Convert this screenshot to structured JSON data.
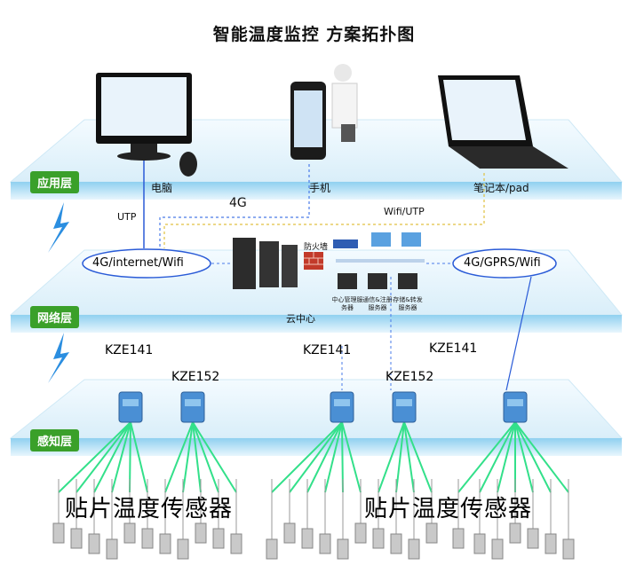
{
  "title": "智能温度监控 方案拓扑图",
  "layers": {
    "application": "应用层",
    "network": "网络层",
    "sensing": "感知层"
  },
  "devices": {
    "pc": "电脑",
    "phone": "手机",
    "laptop": "笔记本/pad"
  },
  "links": {
    "utp": "UTP",
    "g4": "4G",
    "wifi_utp": "Wifi/UTP"
  },
  "network": {
    "cloud_left": "4G/internet/Wifi",
    "cloud_right": "4G/GPRS/Wifi",
    "firewall": "防火墙",
    "cloud_center": "云中心",
    "server1": "中心管理服务器",
    "server2": "通信&注册服务器",
    "server3": "存储&转发服务器"
  },
  "modules": [
    "KZE141",
    "KZE152",
    "KZE141",
    "KZE152",
    "KZE141"
  ],
  "sensor_label": "贴片温度传感器",
  "colors": {
    "badge": "#3aa02a",
    "sensor_line": "#33e08a",
    "link_blue": "#2a5bd7",
    "link_yellow": "#e0c040"
  }
}
